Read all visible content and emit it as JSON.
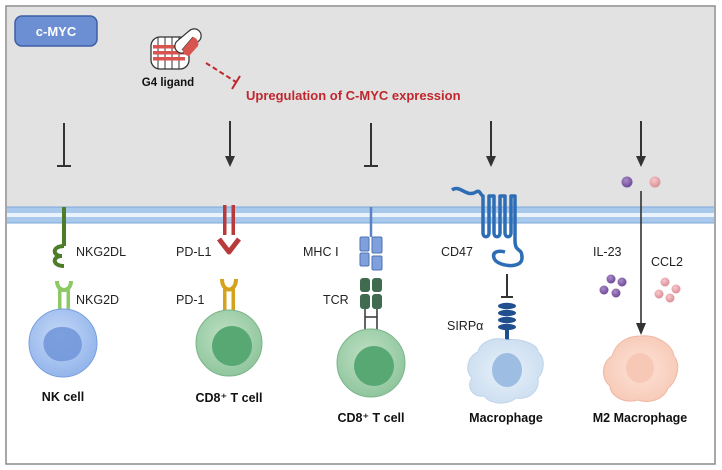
{
  "badge": "c-MYC",
  "inhibitor": {
    "label": "G4 ligand"
  },
  "headline": "Upregulation of C-MYC expression",
  "colors": {
    "accent_red": "#c0272d",
    "badge_fill": "#6b8fd2",
    "badge_stroke": "#3d5fa6",
    "membrane": "#a8c8ec",
    "top_panel": "#e2e2e2"
  },
  "columns": [
    {
      "id": "nk",
      "effect": "inhibit",
      "ligand": "NKG2DL",
      "receptor": "NKG2D",
      "cell": "NK cell"
    },
    {
      "id": "cd8-pdl1",
      "effect": "promote",
      "ligand": "PD-L1",
      "receptor": "PD-1",
      "cell": "CD8⁺ T cell"
    },
    {
      "id": "cd8-mhc",
      "effect": "inhibit",
      "ligand": "MHC Ⅰ",
      "receptor": "TCR",
      "cell": "CD8⁺ T cell"
    },
    {
      "id": "mac",
      "effect": "promote",
      "ligand": "CD47",
      "receptor": "SIRPα",
      "cell": "Macrophage"
    },
    {
      "id": "m2",
      "effect": "promote",
      "ligand": "IL-23",
      "receptor": "CCL2",
      "cell": "M2 Macrophage"
    }
  ]
}
